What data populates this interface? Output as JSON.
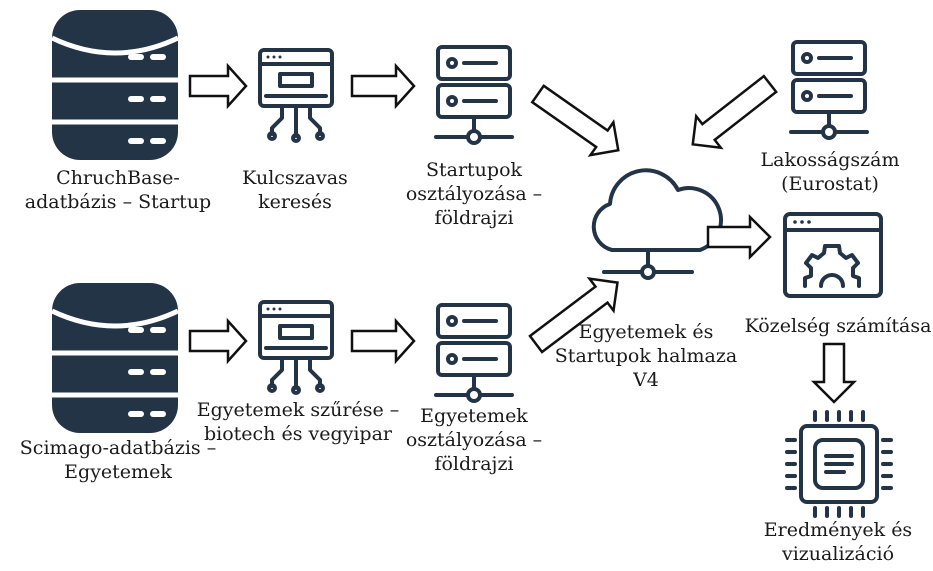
{
  "colors": {
    "icon": "#243447",
    "arrow_outline": "#111111",
    "background": "#ffffff"
  },
  "nodes": {
    "crunchbase": {
      "icon": "database-icon",
      "lines": [
        "ChruchBase-",
        "adatbázis – Startup"
      ]
    },
    "keyword_search": {
      "icon": "web-filter-icon",
      "lines": [
        "Kulcszavas",
        "keresés"
      ]
    },
    "startup_classification": {
      "icon": "server-icon",
      "lines": [
        "Startupok",
        "osztályozása –",
        "földrajzi"
      ]
    },
    "population": {
      "icon": "server-icon",
      "lines": [
        "Lakosságszám",
        "(Eurostat)"
      ]
    },
    "scimago": {
      "icon": "database-icon",
      "lines": [
        "Scimago-adatbázis –",
        "Egyetemek"
      ]
    },
    "university_filter": {
      "icon": "web-filter-icon",
      "lines": [
        "Egyetemek szűrése –",
        "biotech és vegyipar"
      ]
    },
    "university_classification": {
      "icon": "server-icon",
      "lines": [
        "Egyetemek",
        "osztályozása –",
        "földrajzi"
      ]
    },
    "combined_set": {
      "icon": "cloud-icon",
      "lines": [
        "Egyetemek és",
        "Startupok halmaza",
        "V4"
      ]
    },
    "proximity": {
      "icon": "settings-window-icon",
      "lines": [
        "Közelség számítása"
      ]
    },
    "results": {
      "icon": "chip-icon",
      "lines": [
        "Eredmények és",
        "vizualizáció"
      ]
    }
  }
}
